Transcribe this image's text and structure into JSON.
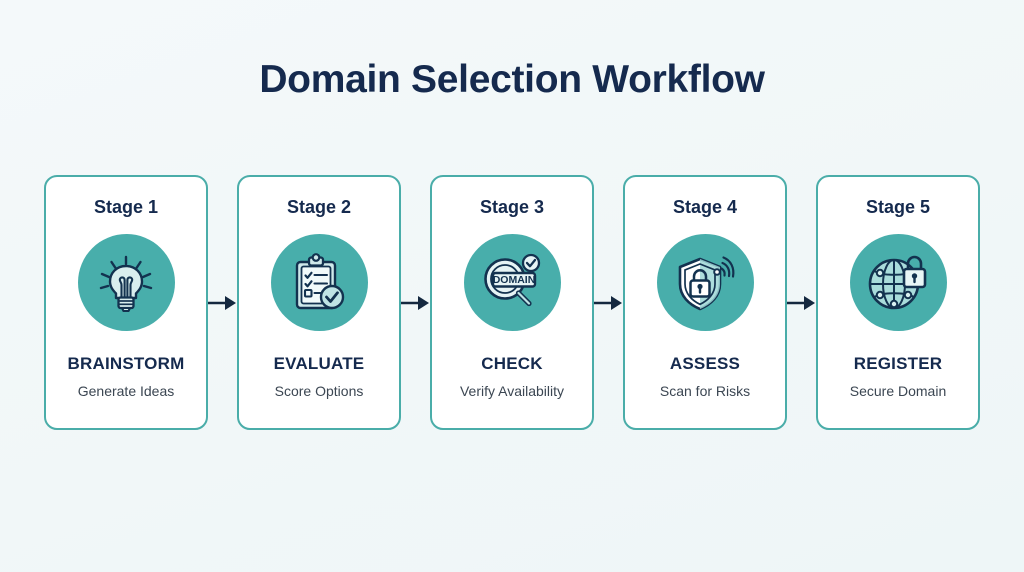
{
  "page": {
    "title": "Domain Selection Workflow",
    "background_color": "#f2f8f9",
    "title_color": "#152a4e",
    "accent_color": "#48aeab",
    "card_border_color": "#4aada9",
    "icon_line_color": "#13324f",
    "arrow_color": "#14283f"
  },
  "stages": [
    {
      "stage_label": "Stage 1",
      "action": "BRAINSTORM",
      "description": "Generate Ideas",
      "icon": "lightbulb-icon"
    },
    {
      "stage_label": "Stage 2",
      "action": "EVALUATE",
      "description": "Score Options",
      "icon": "clipboard-check-icon"
    },
    {
      "stage_label": "Stage 3",
      "action": "CHECK",
      "description": "Verify Availability",
      "icon": "magnifier-domain-icon",
      "icon_text": "DOMAIN"
    },
    {
      "stage_label": "Stage 4",
      "action": "ASSESS",
      "description": "Scan for Risks",
      "icon": "shield-lock-signal-icon"
    },
    {
      "stage_label": "Stage 5",
      "action": "REGISTER",
      "description": "Secure Domain",
      "icon": "globe-lock-icon"
    }
  ],
  "connectors": [
    {
      "name": "arrow-right-icon"
    },
    {
      "name": "arrow-right-icon"
    },
    {
      "name": "arrow-right-icon"
    },
    {
      "name": "arrow-right-icon"
    }
  ]
}
